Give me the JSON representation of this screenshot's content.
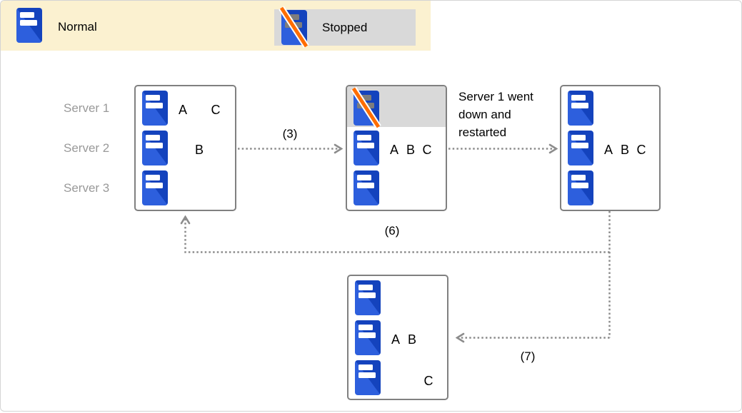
{
  "legend": {
    "normal": "Normal",
    "stopped": "Stopped"
  },
  "row_labels": [
    "Server 1",
    "Server 2",
    "Server 3"
  ],
  "annotation": "Server 1 went down and restarted",
  "arrow_labels": {
    "step3": "(3)",
    "step6": "(6)",
    "step7": "(7)"
  },
  "boxes": {
    "initial": {
      "r1cA": "A",
      "r1cC": "C",
      "r2cB": "B"
    },
    "failover": {
      "r2cA": "A",
      "r2cB": "B",
      "r2cC": "C"
    },
    "restarted": {
      "r2cA": "A",
      "r2cB": "B",
      "r2cC": "C"
    },
    "rebalanced": {
      "r2cA": "A",
      "r2cB": "B",
      "r3cC": "C"
    }
  },
  "colors": {
    "legend_bg": "#fbf1d0",
    "highlight_gray": "#d9d9d9",
    "server_blue_dark": "#1443bd",
    "server_blue_light": "#2d5fdd",
    "slash_orange": "#ff6d00",
    "border_gray": "#808080",
    "connector_gray": "#8c8c8c",
    "label_gray": "#999999"
  }
}
